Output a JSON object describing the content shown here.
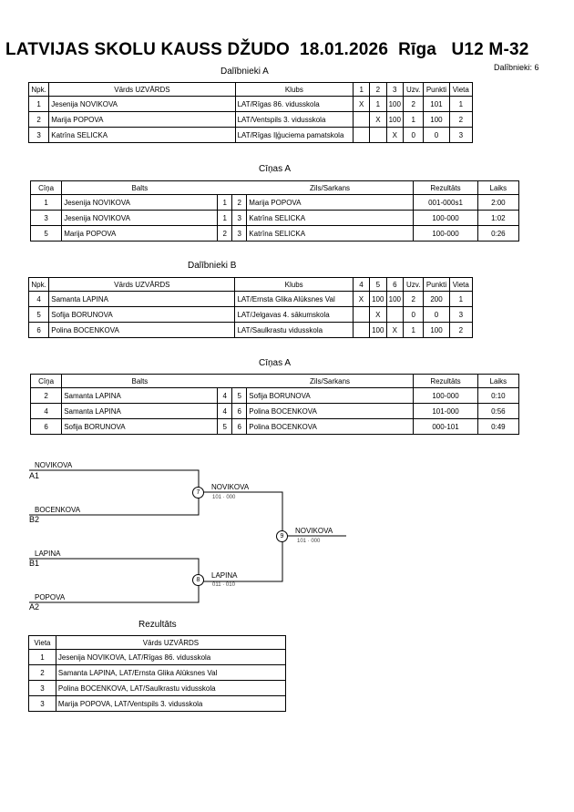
{
  "header": {
    "title_event": "LATVIJAS SKOLU KAUSS DŽUDO",
    "title_date": "18.01.2026",
    "title_place": "Rīga",
    "title_category": "U12 M-32",
    "participants_count": "Dalībnieki: 6"
  },
  "pool_a": {
    "caption": "Dalībnieki A",
    "headers": [
      "Npk.",
      "Vārds UZVĀRDS",
      "Klubs",
      "1",
      "2",
      "3",
      "Uzv.",
      "Punkti",
      "Vieta"
    ],
    "rows": [
      [
        "1",
        "Jesenija NOVIKOVA",
        "LAT/Rīgas 86. vidusskola",
        "X",
        "1",
        "100",
        "2",
        "101",
        "1"
      ],
      [
        "2",
        "Marija POPOVA",
        "LAT/Ventspils 3. vidusskola",
        "",
        "X",
        "100",
        "1",
        "100",
        "2"
      ],
      [
        "3",
        "Katrīna SELICKA",
        "LAT/Rīgas Iļģuciema pamatskola",
        "",
        "",
        "X",
        "0",
        "0",
        "3"
      ]
    ]
  },
  "bouts_a": {
    "caption": "Cīņas A",
    "headers": [
      "Cīņa",
      "Balts",
      "",
      "",
      "Zils/Sarkans",
      "Rezultāts",
      "Laiks"
    ],
    "rows": [
      [
        "1",
        "Jesenija NOVIKOVA",
        "1",
        "2",
        "Marija POPOVA",
        "001-000s1",
        "2:00"
      ],
      [
        "3",
        "Jesenija NOVIKOVA",
        "1",
        "3",
        "Katrīna SELICKA",
        "100-000",
        "1:02"
      ],
      [
        "5",
        "Marija POPOVA",
        "2",
        "3",
        "Katrīna SELICKA",
        "100-000",
        "0:26"
      ]
    ]
  },
  "pool_b": {
    "caption": "Dalībnieki B",
    "headers": [
      "Npk.",
      "Vārds UZVĀRDS",
      "Klubs",
      "4",
      "5",
      "6",
      "Uzv.",
      "Punkti",
      "Vieta"
    ],
    "rows": [
      [
        "4",
        "Samanta LAPINA",
        "LAT/Ernsta Glika Alūksnes Val",
        "X",
        "100",
        "100",
        "2",
        "200",
        "1"
      ],
      [
        "5",
        "Sofija BORUNOVA",
        "LAT/Jelgavas 4. sākumskola",
        "",
        "X",
        "",
        "0",
        "0",
        "3"
      ],
      [
        "6",
        "Polina BOCENKOVA",
        "LAT/Saulkrastu vidusskola",
        "",
        "100",
        "X",
        "1",
        "100",
        "2"
      ]
    ]
  },
  "bouts_b": {
    "caption": "Cīņas A",
    "headers": [
      "Cīņa",
      "Balts",
      "",
      "",
      "Zils/Sarkans",
      "Rezultāts",
      "Laiks"
    ],
    "rows": [
      [
        "2",
        "Samanta LAPINA",
        "4",
        "5",
        "Sofija BORUNOVA",
        "100-000",
        "0:10"
      ],
      [
        "4",
        "Samanta LAPINA",
        "4",
        "6",
        "Polina BOCENKOVA",
        "101-000",
        "0:56"
      ],
      [
        "6",
        "Sofija BORUNOVA",
        "5",
        "6",
        "Polina BOCENKOVA",
        "000-101",
        "0:49"
      ]
    ]
  },
  "bracket": {
    "sf1_top_name": "NOVIKOVA",
    "sf1_top_seed": "A1",
    "sf1_bottom_name": "BOCENKOVA",
    "sf1_bottom_seed": "B2",
    "sf1_bout": "7",
    "sf1_winner": "NOVIKOVA",
    "sf1_score": "101 · 000",
    "sf2_top_name": "LAPINA",
    "sf2_top_seed": "B1",
    "sf2_bottom_name": "POPOVA",
    "sf2_bottom_seed": "A2",
    "sf2_bout": "8",
    "sf2_winner": "LAPINA",
    "sf2_score": "011 · 010",
    "final_bout": "9",
    "final_winner": "NOVIKOVA",
    "final_score": "101 · 000"
  },
  "results": {
    "caption": "Rezultāts",
    "headers": [
      "Vieta",
      "Vārds UZVĀRDS"
    ],
    "rows": [
      [
        "1",
        "Jesenija NOVIKOVA, LAT/Rīgas 86. vidusskola"
      ],
      [
        "2",
        "Samanta LAPINA, LAT/Ernsta Glika Alūksnes Val"
      ],
      [
        "3",
        "Polina BOCENKOVA, LAT/Saulkrastu vidusskola"
      ],
      [
        "3",
        "Marija POPOVA, LAT/Ventspils 3. vidusskola"
      ]
    ]
  }
}
